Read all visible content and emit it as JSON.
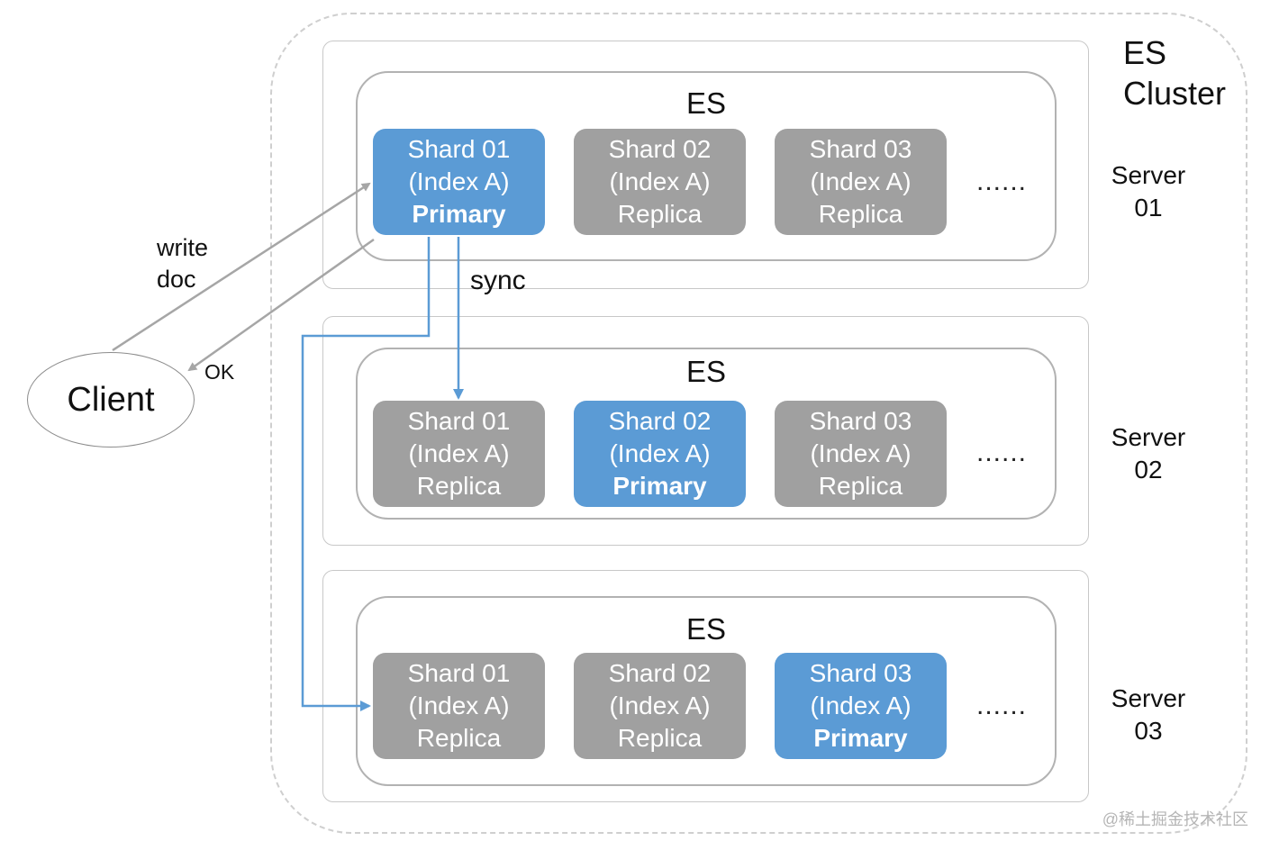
{
  "cluster_label_line1": "ES",
  "cluster_label_line2": "Cluster",
  "servers": [
    {
      "name_line1": "Server",
      "name_line2": "01",
      "es_label": "ES",
      "shards": [
        {
          "name": "Shard 01",
          "index": "(Index A)",
          "role": "Primary"
        },
        {
          "name": "Shard 02",
          "index": "(Index A)",
          "role": "Replica"
        },
        {
          "name": "Shard 03",
          "index": "(Index A)",
          "role": "Replica"
        }
      ],
      "more": "......"
    },
    {
      "name_line1": "Server",
      "name_line2": "02",
      "es_label": "ES",
      "shards": [
        {
          "name": "Shard 01",
          "index": "(Index A)",
          "role": "Replica"
        },
        {
          "name": "Shard 02",
          "index": "(Index A)",
          "role": "Primary"
        },
        {
          "name": "Shard 03",
          "index": "(Index A)",
          "role": "Replica"
        }
      ],
      "more": "......"
    },
    {
      "name_line1": "Server",
      "name_line2": "03",
      "es_label": "ES",
      "shards": [
        {
          "name": "Shard 01",
          "index": "(Index A)",
          "role": "Replica"
        },
        {
          "name": "Shard 02",
          "index": "(Index A)",
          "role": "Replica"
        },
        {
          "name": "Shard 03",
          "index": "(Index A)",
          "role": "Primary"
        }
      ],
      "more": "......"
    }
  ],
  "client": "Client",
  "write_line1": "write",
  "write_line2": "doc",
  "ok": "OK",
  "sync": "sync",
  "watermark": "@稀土掘金技术社区",
  "colors": {
    "primary": "#5b9bd5",
    "replica": "#a0a0a0",
    "sync_arrow": "#5b9bd5",
    "client_arrow": "#a6a6a6"
  }
}
